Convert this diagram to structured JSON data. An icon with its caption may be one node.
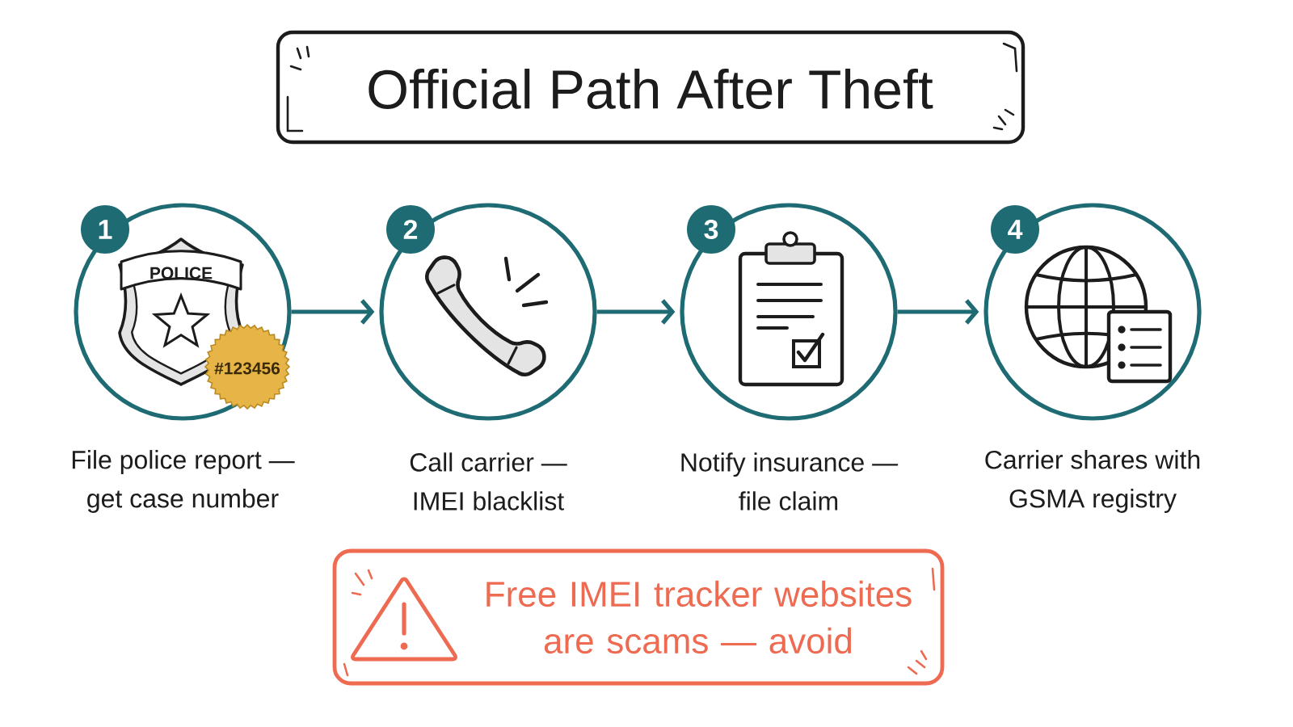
{
  "diagram": {
    "title": "Official Path After Theft",
    "nodes": [
      {
        "text": [
          "1"
        ],
        "beside": [
          "File police report — get case number"
        ]
      },
      {
        "text": [
          "2"
        ],
        "beside": [
          "Call carrier — IMEI blacklist"
        ]
      },
      {
        "text": [
          "3"
        ],
        "beside": [
          "Notify insurance — file claim"
        ]
      },
      {
        "text": [
          "4"
        ],
        "beside": [
          "Carrier shares with GSMA registry"
        ]
      },
      {
        "text": [
          "Free IMEI tracker websites are scams — avoid"
        ]
      }
    ],
    "edges": [
      {
        "from": 0,
        "to": 1,
        "arrow": "to"
      },
      {
        "from": 1,
        "to": 2,
        "arrow": "to"
      },
      {
        "from": 2,
        "to": 3,
        "arrow": "to"
      }
    ],
    "labels": [
      "POLICE",
      "#123456"
    ]
  }
}
